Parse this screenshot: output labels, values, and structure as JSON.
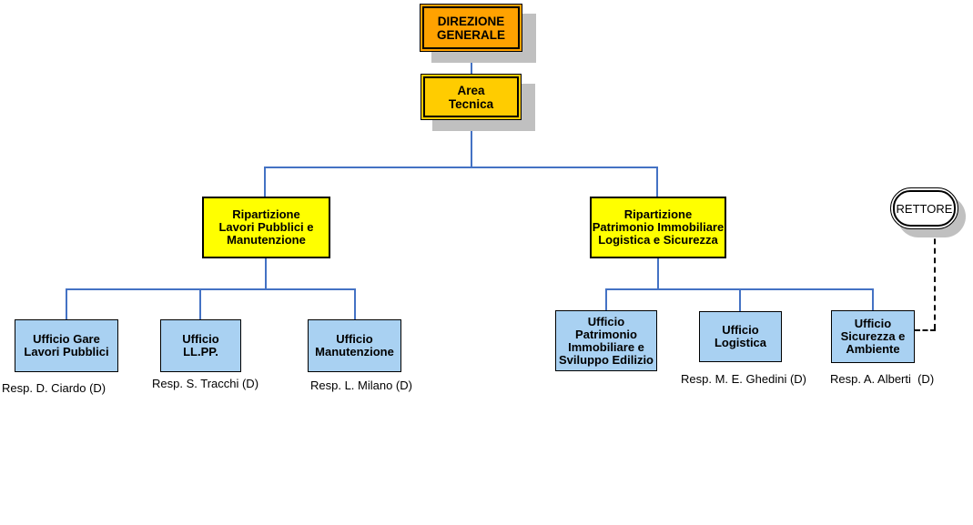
{
  "colors": {
    "connector": "#4472C4",
    "shadow": "#C0C0C0",
    "direzione_fill": "#FFA200",
    "area_fill": "#FFCC00",
    "ripartizione_fill": "#FFFF00",
    "ufficio_fill": "#A9D1F2",
    "rettore_fill": "#FFFFFF"
  },
  "nodes": {
    "direzione_generale": {
      "label": "DIREZIONE\nGENERALE",
      "fill": "#FFA200"
    },
    "area_tecnica": {
      "label": "Area\nTecnica",
      "fill": "#FFCC00"
    },
    "rip_lavori": {
      "label": "Ripartizione\nLavori Pubblici e\nManutenzione",
      "fill": "#FFFF00"
    },
    "rip_patrimonio": {
      "label": "Ripartizione\nPatrimonio Immobiliare\nLogistica e Sicurezza",
      "fill": "#FFFF00"
    },
    "uff_gare": {
      "label": "Ufficio Gare\nLavori Pubblici",
      "fill": "#A9D1F2",
      "resp": "Resp. D. Ciardo (D)"
    },
    "uff_llpp": {
      "label": "Ufficio\nLL.PP.",
      "fill": "#A9D1F2",
      "resp": "Resp. S. Tracchi (D)"
    },
    "uff_manutenzione": {
      "label": "Ufficio\nManutenzione",
      "fill": "#A9D1F2",
      "resp": "Resp. L. Milano (D)"
    },
    "uff_patrimonio": {
      "label": "Ufficio\nPatrimonio\nImmobiliare e\nSviluppo Edilizio",
      "fill": "#A9D1F2"
    },
    "uff_logistica": {
      "label": "Ufficio\nLogistica",
      "fill": "#A9D1F2",
      "resp": "Resp. M. E. Ghedini (D)"
    },
    "uff_sicurezza": {
      "label": "Ufficio\nSicurezza e\nAmbiente",
      "fill": "#A9D1F2",
      "resp": "Resp. A. Alberti  (D)"
    },
    "rettore": {
      "label": "RETTORE",
      "fill": "#FFFFFF"
    }
  },
  "hierarchy": {
    "DIREZIONE GENERALE": [
      "Area Tecnica"
    ],
    "Area Tecnica": [
      "Ripartizione Lavori Pubblici e Manutenzione",
      "Ripartizione Patrimonio Immobiliare Logistica e Sicurezza"
    ],
    "Ripartizione Lavori Pubblici e Manutenzione": [
      "Ufficio Gare Lavori Pubblici",
      "Ufficio LL.PP.",
      "Ufficio Manutenzione"
    ],
    "Ripartizione Patrimonio Immobiliare Logistica e Sicurezza": [
      "Ufficio Patrimonio Immobiliare e Sviluppo Edilizio",
      "Ufficio Logistica",
      "Ufficio Sicurezza e Ambiente"
    ],
    "dashed_link": [
      "RETTORE",
      "Ufficio Sicurezza e Ambiente"
    ]
  }
}
